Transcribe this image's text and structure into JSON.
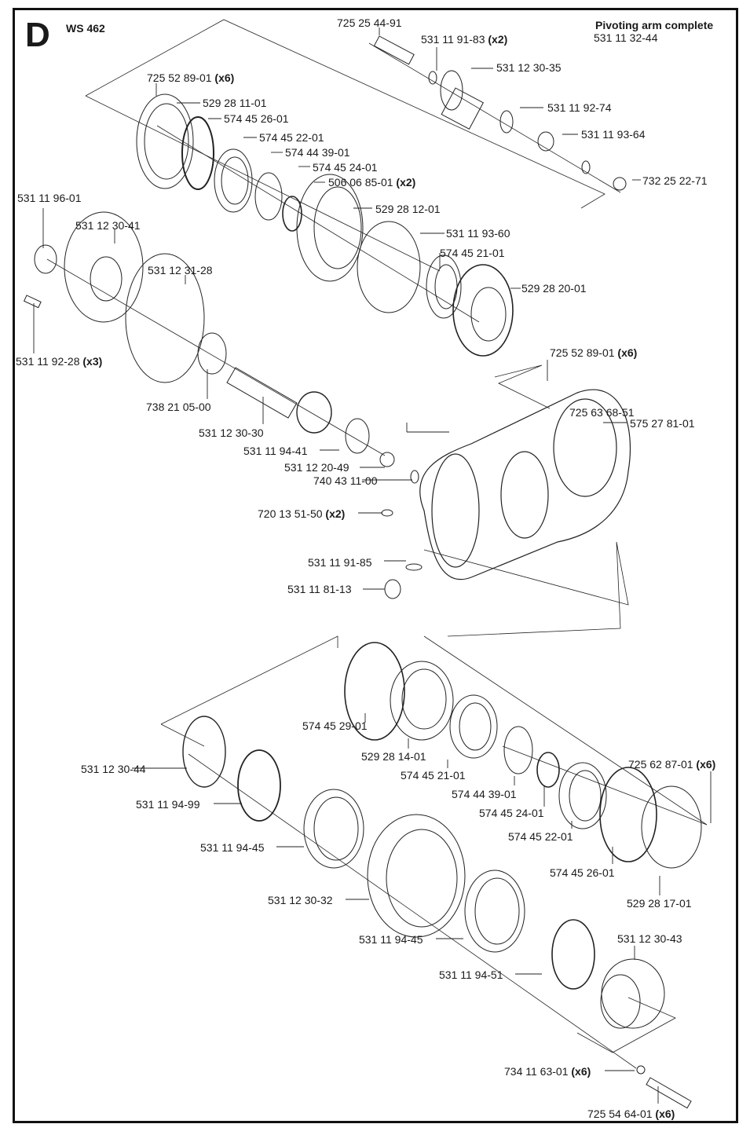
{
  "header": {
    "section_letter": "D",
    "model": "WS 462",
    "kit_title": "Pivoting arm complete",
    "kit_number": "531 11 32-44"
  },
  "labels": [
    {
      "id": "p01",
      "part": "725 25 44-91",
      "qty": ""
    },
    {
      "id": "p02",
      "part": "531 11 91-83",
      "qty": "(x2)"
    },
    {
      "id": "p03",
      "part": "531 12 30-35",
      "qty": ""
    },
    {
      "id": "p04",
      "part": "531 11 92-74",
      "qty": ""
    },
    {
      "id": "p05",
      "part": "531 11 93-64",
      "qty": ""
    },
    {
      "id": "p06",
      "part": "732 25 22-71",
      "qty": ""
    },
    {
      "id": "p07",
      "part": "725 52 89-01",
      "qty": "(x6)"
    },
    {
      "id": "p08",
      "part": "529 28 11-01",
      "qty": ""
    },
    {
      "id": "p09",
      "part": "574 45 26-01",
      "qty": ""
    },
    {
      "id": "p10",
      "part": "574 45 22-01",
      "qty": ""
    },
    {
      "id": "p11",
      "part": "574 44 39-01",
      "qty": ""
    },
    {
      "id": "p12",
      "part": "574 45 24-01",
      "qty": ""
    },
    {
      "id": "p13",
      "part": "506 06 85-01",
      "qty": "(x2)"
    },
    {
      "id": "p14",
      "part": "529 28 12-01",
      "qty": ""
    },
    {
      "id": "p15",
      "part": "531 11 96-01",
      "qty": ""
    },
    {
      "id": "p16",
      "part": "531 12 30-41",
      "qty": ""
    },
    {
      "id": "p17",
      "part": "531 11 93-60",
      "qty": ""
    },
    {
      "id": "p18",
      "part": "574 45 21-01",
      "qty": ""
    },
    {
      "id": "p19",
      "part": "531 12 31-28",
      "qty": ""
    },
    {
      "id": "p20",
      "part": "529 28 20-01",
      "qty": ""
    },
    {
      "id": "p21",
      "part": "531 11 92-28",
      "qty": "(x3)"
    },
    {
      "id": "p22",
      "part": "725 52 89-01",
      "qty": "(x6)"
    },
    {
      "id": "p23",
      "part": "738 21 05-00",
      "qty": ""
    },
    {
      "id": "p24",
      "part": "725 63 68-51",
      "qty": ""
    },
    {
      "id": "p25",
      "part": "575 27 81-01",
      "qty": ""
    },
    {
      "id": "p26",
      "part": "531 12 30-30",
      "qty": ""
    },
    {
      "id": "p27",
      "part": "531 11 94-41",
      "qty": ""
    },
    {
      "id": "p28",
      "part": "531 12 20-49",
      "qty": ""
    },
    {
      "id": "p29",
      "part": "740 43 11-00",
      "qty": ""
    },
    {
      "id": "p30",
      "part": "720 13 51-50",
      "qty": "(x2)"
    },
    {
      "id": "p31",
      "part": "531 11 91-85",
      "qty": ""
    },
    {
      "id": "p32",
      "part": "531 11 81-13",
      "qty": ""
    },
    {
      "id": "p33",
      "part": "574 45 29-01",
      "qty": ""
    },
    {
      "id": "p34",
      "part": "531 12 30-44",
      "qty": ""
    },
    {
      "id": "p35",
      "part": "529 28 14-01",
      "qty": ""
    },
    {
      "id": "p36",
      "part": "574 45 21-01",
      "qty": ""
    },
    {
      "id": "p37",
      "part": "725 62 87-01",
      "qty": "(x6)"
    },
    {
      "id": "p38",
      "part": "531 11 94-99",
      "qty": ""
    },
    {
      "id": "p39",
      "part": "574 44 39-01",
      "qty": ""
    },
    {
      "id": "p40",
      "part": "574 45 24-01",
      "qty": ""
    },
    {
      "id": "p41",
      "part": "574 45 22-01",
      "qty": ""
    },
    {
      "id": "p42",
      "part": "531 11 94-45",
      "qty": ""
    },
    {
      "id": "p43",
      "part": "574 45 26-01",
      "qty": ""
    },
    {
      "id": "p44",
      "part": "531 12 30-32",
      "qty": ""
    },
    {
      "id": "p45",
      "part": "529 28 17-01",
      "qty": ""
    },
    {
      "id": "p46",
      "part": "531 11 94-45",
      "qty": ""
    },
    {
      "id": "p47",
      "part": "531 12 30-43",
      "qty": ""
    },
    {
      "id": "p48",
      "part": "531 11 94-51",
      "qty": ""
    },
    {
      "id": "p49",
      "part": "734 11 63-01",
      "qty": "(x6)"
    },
    {
      "id": "p50",
      "part": "725 54 64-01",
      "qty": "(x6)"
    }
  ]
}
